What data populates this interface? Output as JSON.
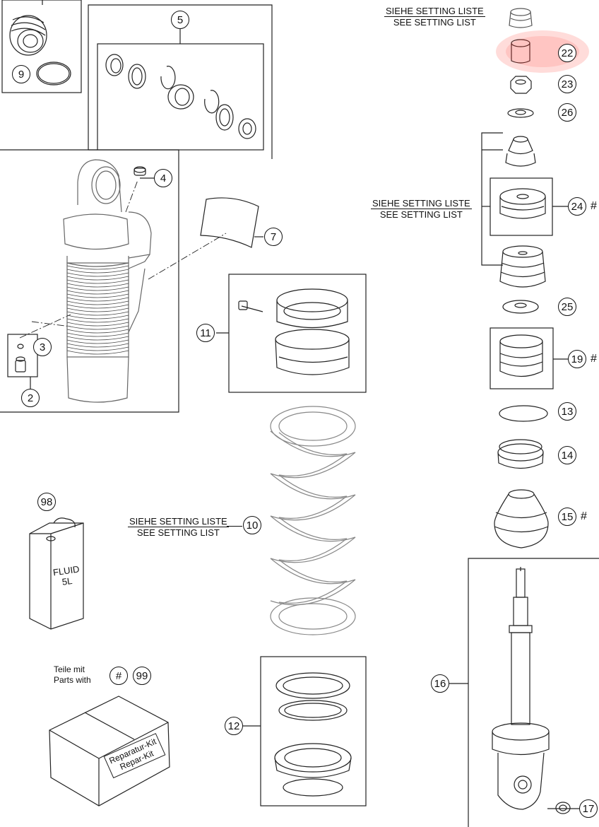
{
  "setting_notes": {
    "de": "SIEHE SETTING LISTE",
    "en": "SEE SETTING LIST"
  },
  "legend": {
    "line1": "Teile mit",
    "line2": "Parts with",
    "hash_symbol": "#",
    "kit_number": "99"
  },
  "fluid_can": {
    "line1": "FLUID",
    "line2": "5L"
  },
  "kit_box": {
    "line1": "Reparatur-Kit",
    "line2": "Repar-Kit"
  },
  "callouts": {
    "c2": "2",
    "c3": "3",
    "c4": "4",
    "c5": "5",
    "c7": "7",
    "c9": "9",
    "c10": "10",
    "c11": "11",
    "c12": "12",
    "c13": "13",
    "c14": "14",
    "c15": "15",
    "c16": "16",
    "c17": "17",
    "c19": "19",
    "c22": "22",
    "c23": "23",
    "c24": "24",
    "c25": "25",
    "c26": "26",
    "c98": "98"
  },
  "hash_marks": {
    "h24": "#",
    "h19": "#",
    "h15": "#"
  },
  "highlight_color": "#ff3b30",
  "line_color": "#111111"
}
